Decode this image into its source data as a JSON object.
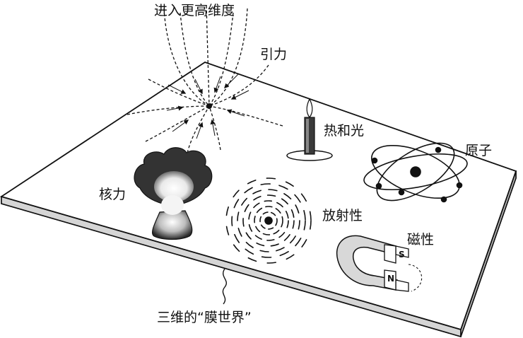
{
  "labels": {
    "higher_dimension": "进入更高维度",
    "gravity": "引力",
    "heat_light": "热和光",
    "atom": "原子",
    "nuclear_force": "核力",
    "radioactivity": "放射性",
    "magnetism": "磁性",
    "membrane_world": "三维的“膜世界”"
  },
  "magnet": {
    "pole_s": "S",
    "pole_n": "N"
  },
  "colors": {
    "ink": "#111111",
    "plane": "#ffffff",
    "plane_edge": "#d9d9d9",
    "cloud_dark": "#2e2e2e",
    "glow": "#f2f2f2"
  }
}
